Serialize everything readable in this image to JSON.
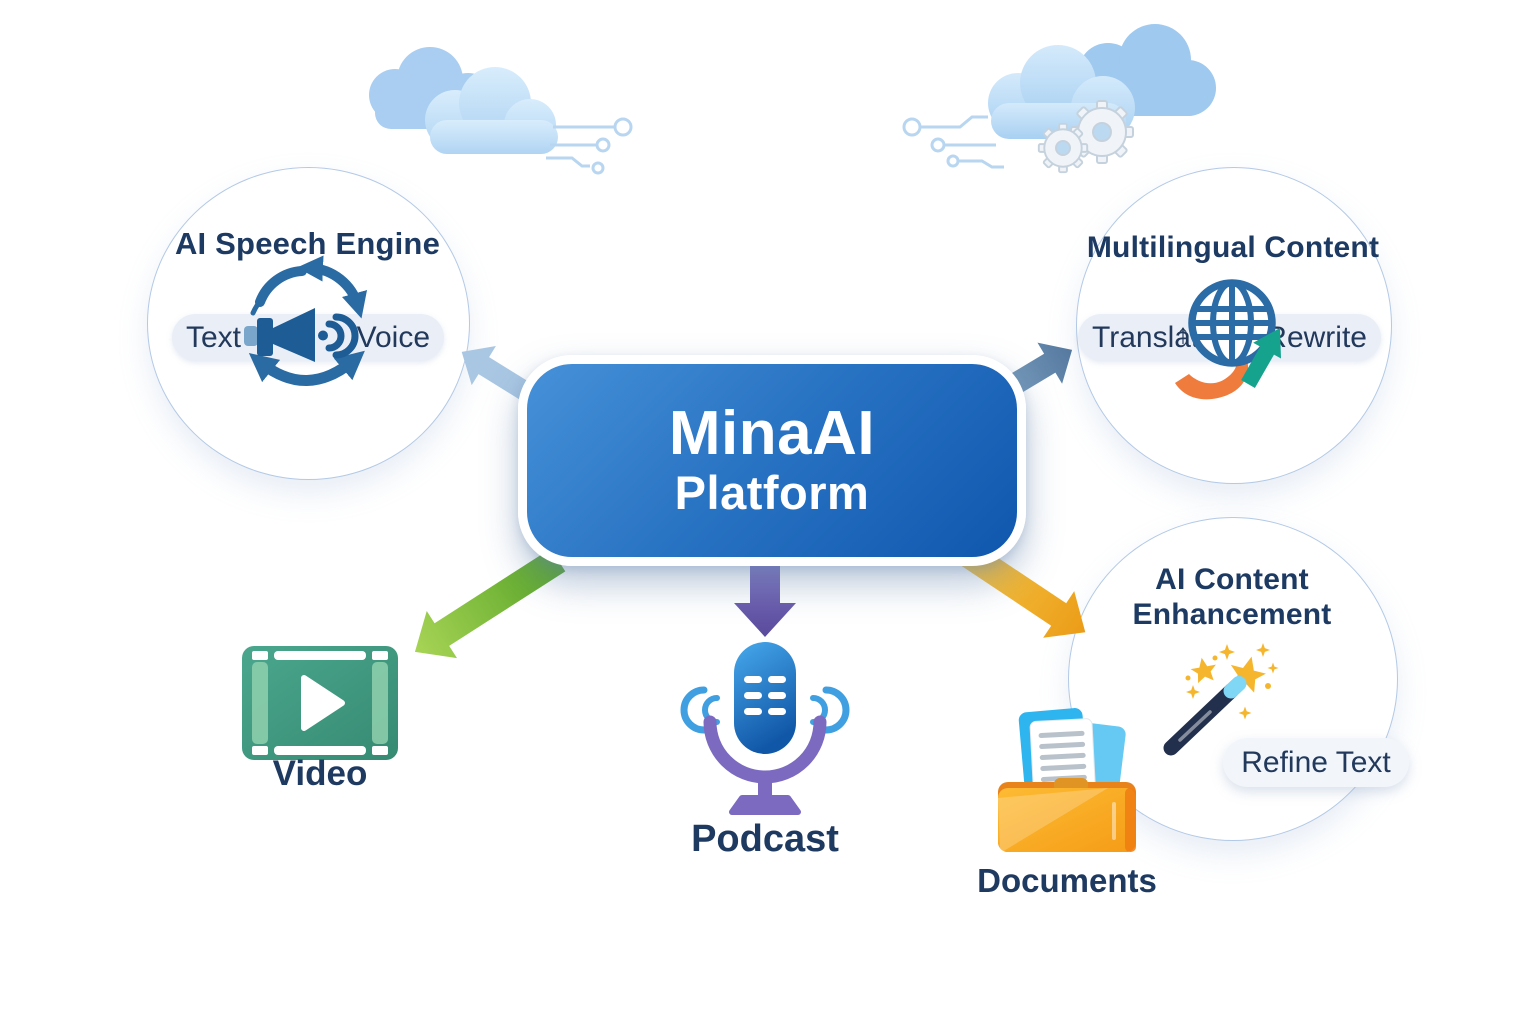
{
  "center": {
    "line1": "MinaAI",
    "line2": "Platform"
  },
  "speech": {
    "title": "AI Speech Engine",
    "left": "Text",
    "right": "Voice"
  },
  "multilingual": {
    "title": "Multilingual Content",
    "left": "Translate",
    "mark": "↑",
    "right": "Rewrite"
  },
  "enhancement": {
    "line1": "AI Content",
    "line2": "Enhancement",
    "badge": "Refine Text"
  },
  "outputs": {
    "video": "Video",
    "podcast": "Podcast",
    "documents": "Documents"
  },
  "colors": {
    "background": "#ffffff",
    "navy_text": "#1f3a60",
    "circle_border": "#b3c9e6",
    "center_gradient_start": "#4691d8",
    "center_gradient_end": "#0f57ae",
    "pill_background": "#eaeff7",
    "arrow_to_speech": "#a9c7e3",
    "arrow_to_multilingual": "#5e8ab2",
    "arrow_to_video_start": "#55a327",
    "arrow_to_video_end": "#a8d455",
    "arrow_to_podcast_start": "#8376c4",
    "arrow_to_podcast_end": "#5a4b9d",
    "arrow_to_documents_start": "#f5c544",
    "arrow_to_documents_end": "#eb9c17",
    "speech_icon_blue": "#1d5c95",
    "globe_blue": "#2b6ba6",
    "translate_arrow_orange": "#ef7c3d",
    "rewrite_arrow_teal": "#16a38d",
    "wand_navy": "#22304d",
    "wand_tip_blue": "#7fd6f5",
    "star_gold": "#f5b62d",
    "video_green": "#4aa78d",
    "mic_blue": "#2f8fdc",
    "mic_stand_purple": "#7c6ac1",
    "folder_orange": "#f5a81f",
    "doc_blue": "#2eb4ef",
    "cloud_blue": "#b9d9f5"
  }
}
